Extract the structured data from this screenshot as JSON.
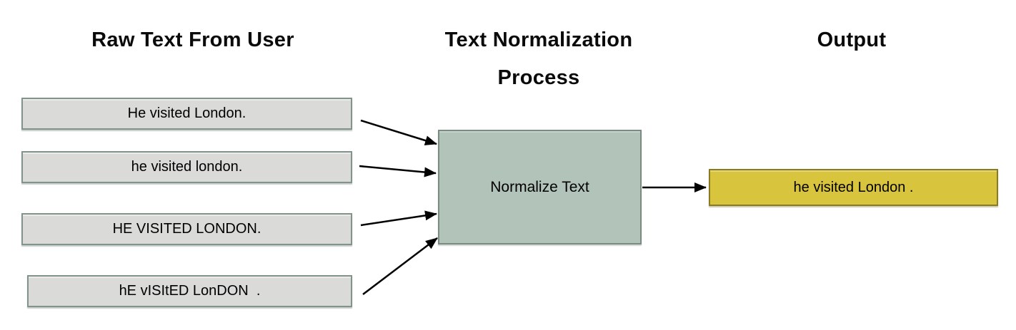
{
  "headers": {
    "raw": "Raw Text From User",
    "process": "Text Normalization Process",
    "output": "Output"
  },
  "inputs": [
    {
      "label": "He visited London."
    },
    {
      "label": "he visited london."
    },
    {
      "label": "HE VISITED LONDON."
    },
    {
      "label": "hE vISItED LonDON  ."
    }
  ],
  "process": {
    "label": "Normalize Text"
  },
  "output": {
    "label": "he visited London ."
  },
  "colors": {
    "input_fill": "#dadbd9",
    "input_border": "#80948b",
    "process_fill": "#b2c3ba",
    "process_border": "#7a8b82",
    "output_fill": "#d9c53d",
    "output_border": "#887b24",
    "arrow": "#000000"
  }
}
